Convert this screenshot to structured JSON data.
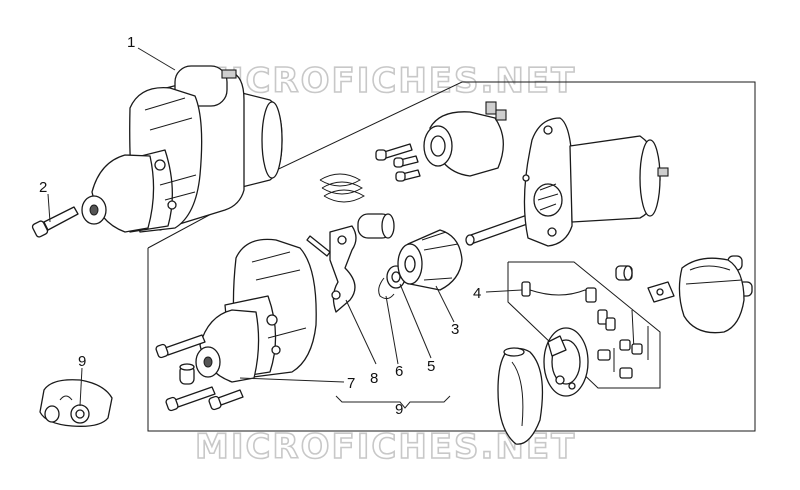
{
  "watermark": "MICROFICHES.NET",
  "callouts": [
    {
      "id": "c1",
      "text": "1"
    },
    {
      "id": "c2",
      "text": "2"
    },
    {
      "id": "c3",
      "text": "3"
    },
    {
      "id": "c4",
      "text": "4"
    },
    {
      "id": "c5",
      "text": "5"
    },
    {
      "id": "c6",
      "text": "6"
    },
    {
      "id": "c7",
      "text": "7"
    },
    {
      "id": "c8",
      "text": "8"
    },
    {
      "id": "c9a",
      "text": "9"
    },
    {
      "id": "c9b",
      "text": "9"
    }
  ]
}
